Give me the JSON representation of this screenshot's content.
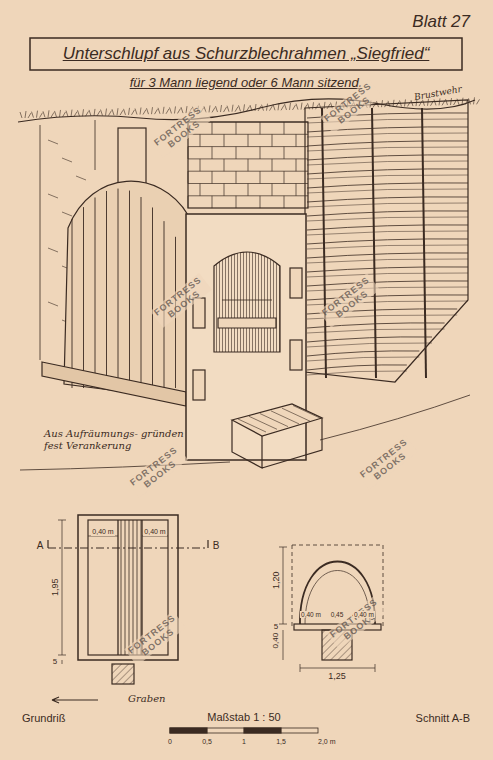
{
  "diagram": {
    "title": "Unterschlupf aus Schurzblechrahmen „Siegfried“",
    "labels": [
      "Blatt 27",
      "für 3 Mann liegend oder 6 Mann sitzend.",
      "Brustwehr",
      "Aus Aufräumungs- gründen fest Verankerung",
      "FORTRESS BOOKS",
      "FORTRESS BOOKS",
      "FORTRESS BOOKS",
      "FORTRESS BOOKS",
      "FORTRESS BOOKS",
      "FORTRESS BOOKS",
      "FORTRESS BOOKS",
      "FORTRESS BOOKS",
      "0,40 m",
      "0,40 m",
      "A",
      "B",
      "1,95",
      "5",
      "Graben",
      "Grundriß",
      "1,20",
      "5",
      "0,40",
      "0,40 m",
      "0,45",
      "0,40 m",
      "1,25",
      "Schnitt A-B",
      "Maßstab 1 : 50",
      "0",
      "0,5",
      "1",
      "1,5",
      "2,0 m"
    ]
  }
}
